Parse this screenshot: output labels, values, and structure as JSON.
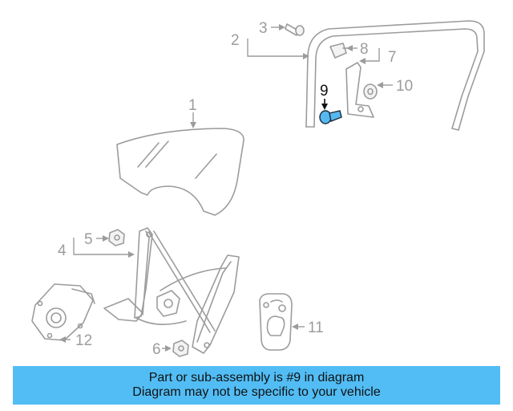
{
  "callouts": {
    "c1": "1",
    "c2": "2",
    "c3": "3",
    "c4": "4",
    "c5": "5",
    "c6": "6",
    "c7": "7",
    "c8": "8",
    "c9": "9",
    "c10": "10",
    "c11": "11",
    "c12": "12"
  },
  "highlight_color": "#57b8f0",
  "banner": {
    "line1": "Part or sub-assembly is #9 in diagram",
    "line2": "Diagram may not be specific to your vehicle",
    "color": "#52bdf5"
  }
}
